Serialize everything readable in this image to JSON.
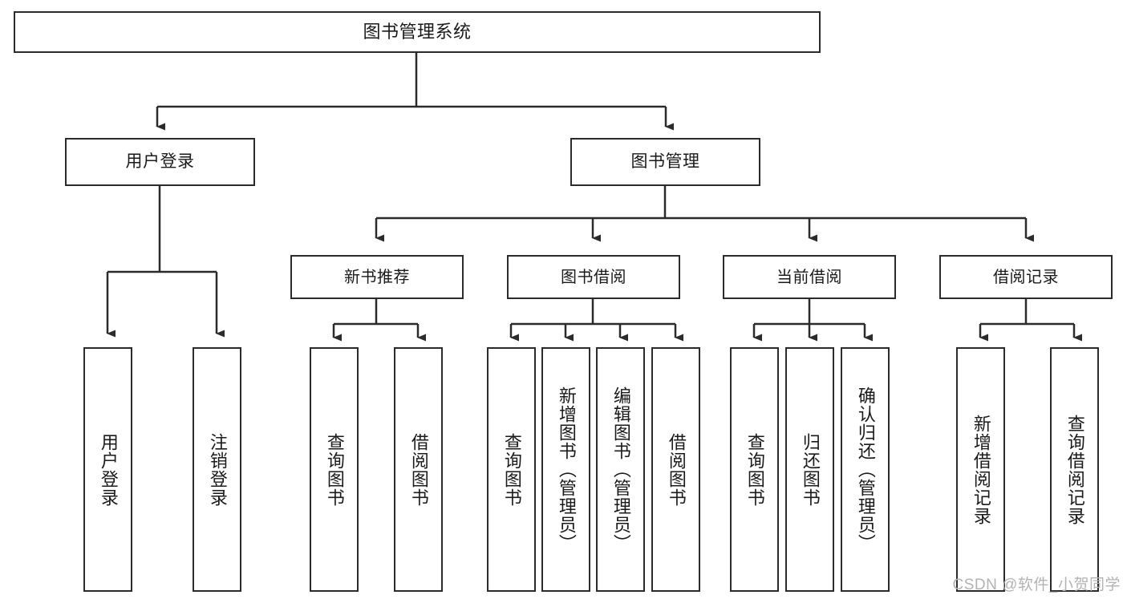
{
  "diagram": {
    "type": "tree-hierarchy-chart",
    "title": "图书管理系统",
    "root": {
      "id": "root",
      "label": "图书管理系统",
      "orientation": "horizontal"
    },
    "level1": [
      {
        "id": "user-login",
        "label": "用户登录",
        "orientation": "horizontal"
      },
      {
        "id": "book-management",
        "label": "图书管理",
        "orientation": "horizontal"
      }
    ],
    "level2": [
      {
        "id": "new-book-recommend",
        "label": "新书推荐",
        "parent": "book-management",
        "orientation": "horizontal"
      },
      {
        "id": "book-borrow",
        "label": "图书借阅",
        "parent": "book-management",
        "orientation": "horizontal"
      },
      {
        "id": "current-borrow",
        "label": "当前借阅",
        "parent": "book-management",
        "orientation": "horizontal"
      },
      {
        "id": "borrow-record",
        "label": "借阅记录",
        "parent": "book-management",
        "orientation": "horizontal"
      }
    ],
    "leaves": [
      {
        "id": "leaf-user-login",
        "label": "用户登录",
        "parent": "user-login",
        "orientation": "vertical"
      },
      {
        "id": "leaf-logout-login",
        "label": "注销登录",
        "parent": "user-login",
        "orientation": "vertical"
      },
      {
        "id": "leaf-query-book-1",
        "label": "查询图书",
        "parent": "new-book-recommend",
        "orientation": "vertical"
      },
      {
        "id": "leaf-borrow-book-1",
        "label": "借阅图书",
        "parent": "new-book-recommend",
        "orientation": "vertical"
      },
      {
        "id": "leaf-query-book-2",
        "label": "查询图书",
        "parent": "book-borrow",
        "orientation": "vertical"
      },
      {
        "id": "leaf-add-book",
        "label": "新增图书（管理员）",
        "parent": "book-borrow",
        "orientation": "vertical"
      },
      {
        "id": "leaf-edit-book",
        "label": "编辑图书（管理员）",
        "parent": "book-borrow",
        "orientation": "vertical"
      },
      {
        "id": "leaf-borrow-book-2",
        "label": "借阅图书",
        "parent": "book-borrow",
        "orientation": "vertical"
      },
      {
        "id": "leaf-query-book-3",
        "label": "查询图书",
        "parent": "current-borrow",
        "orientation": "vertical"
      },
      {
        "id": "leaf-return-book",
        "label": "归还图书",
        "parent": "current-borrow",
        "orientation": "vertical"
      },
      {
        "id": "leaf-confirm-return",
        "label": "确认归还（管理员）",
        "parent": "current-borrow",
        "orientation": "vertical"
      },
      {
        "id": "leaf-add-record",
        "label": "新增借阅记录",
        "parent": "borrow-record",
        "orientation": "vertical"
      },
      {
        "id": "leaf-query-record",
        "label": "查询借阅记录",
        "parent": "borrow-record",
        "orientation": "vertical"
      }
    ],
    "watermark": "CSDN @软件_小贺同学",
    "colors": {
      "stroke": "#2b2b2b",
      "fill": "#ffffff",
      "text": "#1a1a1a",
      "watermark": "#b3b3b3"
    }
  }
}
